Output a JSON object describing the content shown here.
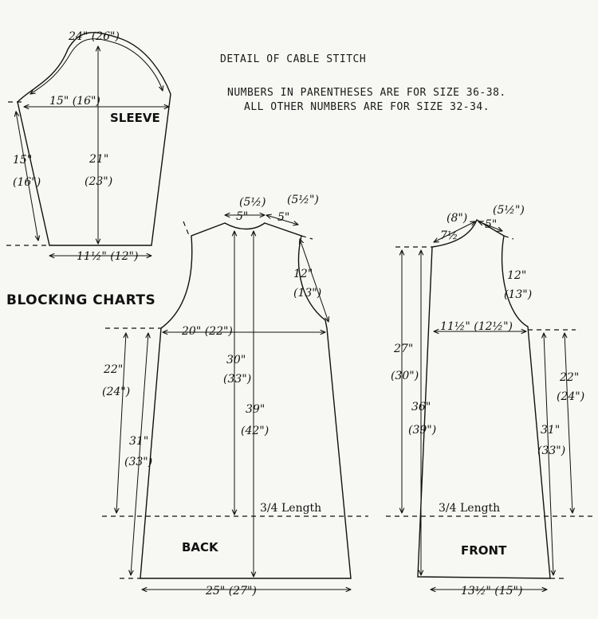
{
  "header": {
    "detail": "DETAIL OF CABLE STITCH",
    "note_line1": "NUMBERS IN PARENTHESES ARE FOR SIZE 36-38.",
    "note_line2": "ALL OTHER NUMBERS ARE FOR SIZE 32-34."
  },
  "title": "BLOCKING CHARTS",
  "sleeve": {
    "label": "SLEEVE",
    "cap": "24\" (26\")",
    "top_width": "15\" (16\")",
    "side_a": "15\"",
    "side_b": "(16\")",
    "length_a": "21\"",
    "length_b": "(23\")",
    "bottom": "11½\" (12\")"
  },
  "back": {
    "label": "BACK",
    "neck_top": "(5½)",
    "neck": "5\"",
    "shoulder": "5\"",
    "shoulder_alt": "(5½\")",
    "armhole_a": "12\"",
    "armhole_b": "(13\")",
    "chest": "20\" (22\")",
    "length_a": "30\"",
    "length_b": "(33\")",
    "full_a": "39\"",
    "full_b": "(42\")",
    "side_a": "22\"",
    "side_b": "(24\")",
    "outer_a": "31\"",
    "outer_b": "(33\")",
    "three_quarter": "3/4 Length",
    "bottom": "25\" (27\")"
  },
  "front": {
    "label": "FRONT",
    "neck_alt": "(8\")",
    "neck": "7½",
    "shoulder": "5\"",
    "shoulder_alt": "(5½\")",
    "armhole_a": "12\"",
    "armhole_b": "(13\")",
    "chest": "11½\" (12½\")",
    "length_a": "27\"",
    "length_b": "(30\")",
    "full_a": "36\"",
    "full_b": "(39\")",
    "side_a": "22\"",
    "side_b": "(24\")",
    "outer_a": "31\"",
    "outer_b": "(33\")",
    "three_quarter": "3/4 Length",
    "bottom": "13½\" (15\")"
  }
}
